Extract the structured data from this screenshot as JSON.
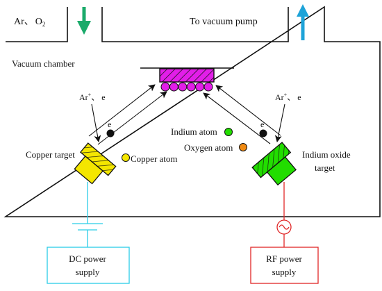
{
  "labels": {
    "gas_inlet_prefix": "Ar",
    "gas_inlet_sep": "、",
    "gas_inlet_o": "O",
    "gas_inlet_o_sub": "2",
    "vacuum_pump": "To vacuum pump",
    "chamber": "Vacuum chamber",
    "ion_left": "Ar",
    "ion_left_sup": "+",
    "ion_left_rest": "、 e",
    "ion_right": "Ar",
    "ion_right_sup": "+",
    "ion_right_rest": "、 e",
    "electron_left": "e",
    "electron_right": "e",
    "copper_target": "Copper target",
    "copper_atom": "Copper atom",
    "indium_atom": "Indium atom",
    "oxygen_atom": "Oxygen atom",
    "indium_oxide_target_line1": "Indium oxide",
    "indium_oxide_target_line2": "target",
    "dc_supply_line1": "DC power",
    "dc_supply_line2": "supply",
    "rf_supply_line1": "RF power",
    "rf_supply_line2": "supply"
  },
  "colors": {
    "inlet_arrow": "#1aaa6a",
    "pump_arrow": "#1ea3d8",
    "substrate": "#e21ee8",
    "copper_target": "#f4e600",
    "indium_oxide_target": "#22dd00",
    "copper_atom": "#f4e600",
    "indium_atom": "#22dd00",
    "oxygen_atom": "#f08a12",
    "electron": "#000000",
    "dc_circuit": "#29cde8",
    "rf_circuit": "#e02626"
  },
  "substrate_atom_count": 6
}
